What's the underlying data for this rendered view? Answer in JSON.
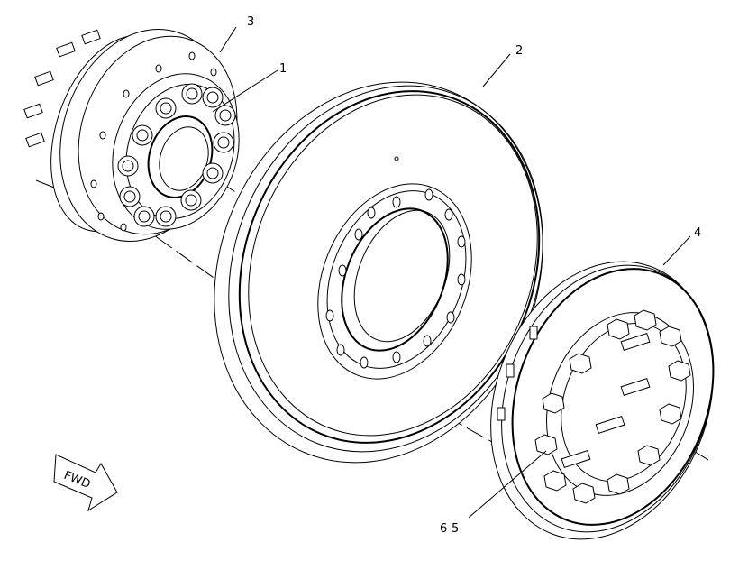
{
  "callouts": [
    {
      "id": "c1",
      "label": "1"
    },
    {
      "id": "c2",
      "label": "2"
    },
    {
      "id": "c3",
      "label": "3"
    },
    {
      "id": "c4",
      "label": "4"
    },
    {
      "id": "c5",
      "label": "6-5"
    }
  ],
  "fwd_arrow": {
    "label": "FWD"
  },
  "colors": {
    "line": "#000000",
    "background": "#ffffff"
  }
}
